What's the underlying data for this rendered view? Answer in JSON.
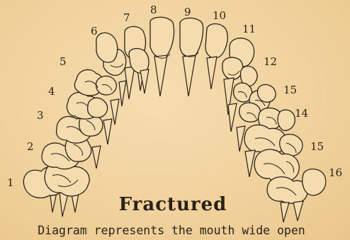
{
  "diagram": {
    "title": "Fractured",
    "caption": "Diagram represents the mouth wide open",
    "tooth_numbers_left": [
      "1",
      "2",
      "3",
      "4",
      "5",
      "6",
      "7",
      "8"
    ],
    "tooth_numbers_right": [
      "9",
      "10",
      "11",
      "12",
      "15",
      "14",
      "15",
      "16"
    ]
  }
}
